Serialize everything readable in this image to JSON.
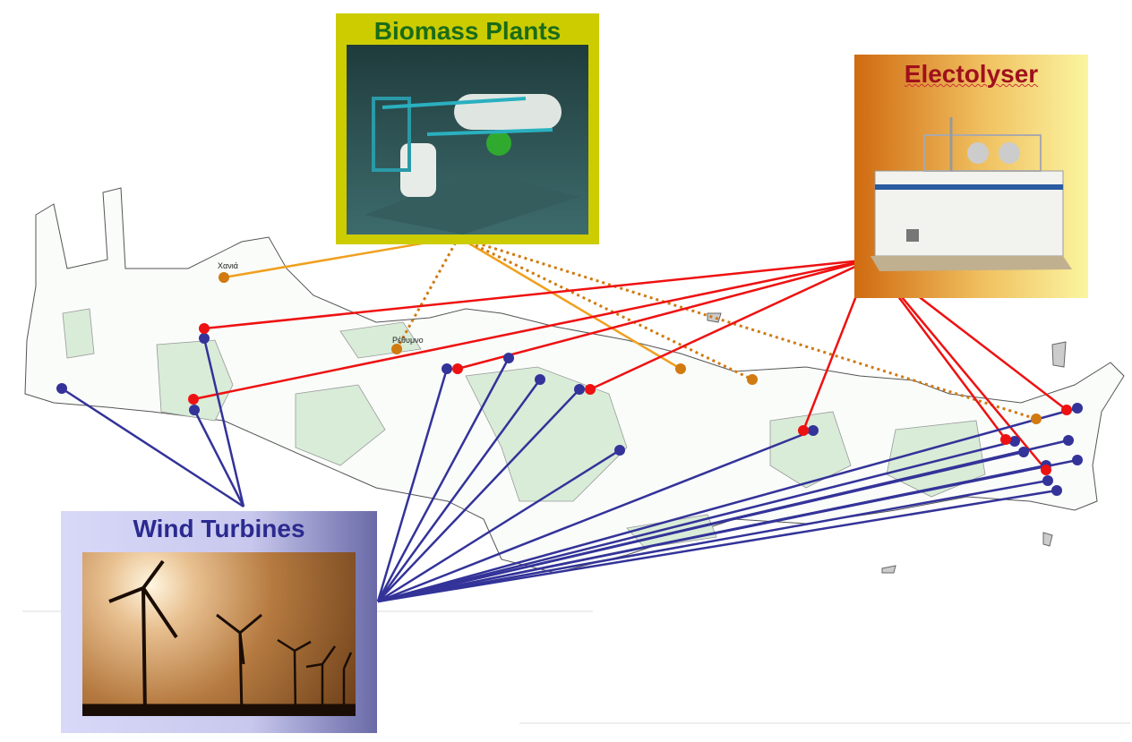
{
  "boxes": {
    "biomass": {
      "title": "Biomass Plants"
    },
    "electrolyser": {
      "title": "Electolyser"
    },
    "wind": {
      "title": "Wind Turbines"
    }
  },
  "map": {
    "towns": [
      "Χανιά",
      "Ρέθυμνο"
    ]
  },
  "colors": {
    "biomass_link": "#f0a020",
    "biomass_dot": "#d07a10",
    "electrolyser_link": "#ee1111",
    "wind_link": "#333399",
    "land": "#e2f0e2"
  }
}
